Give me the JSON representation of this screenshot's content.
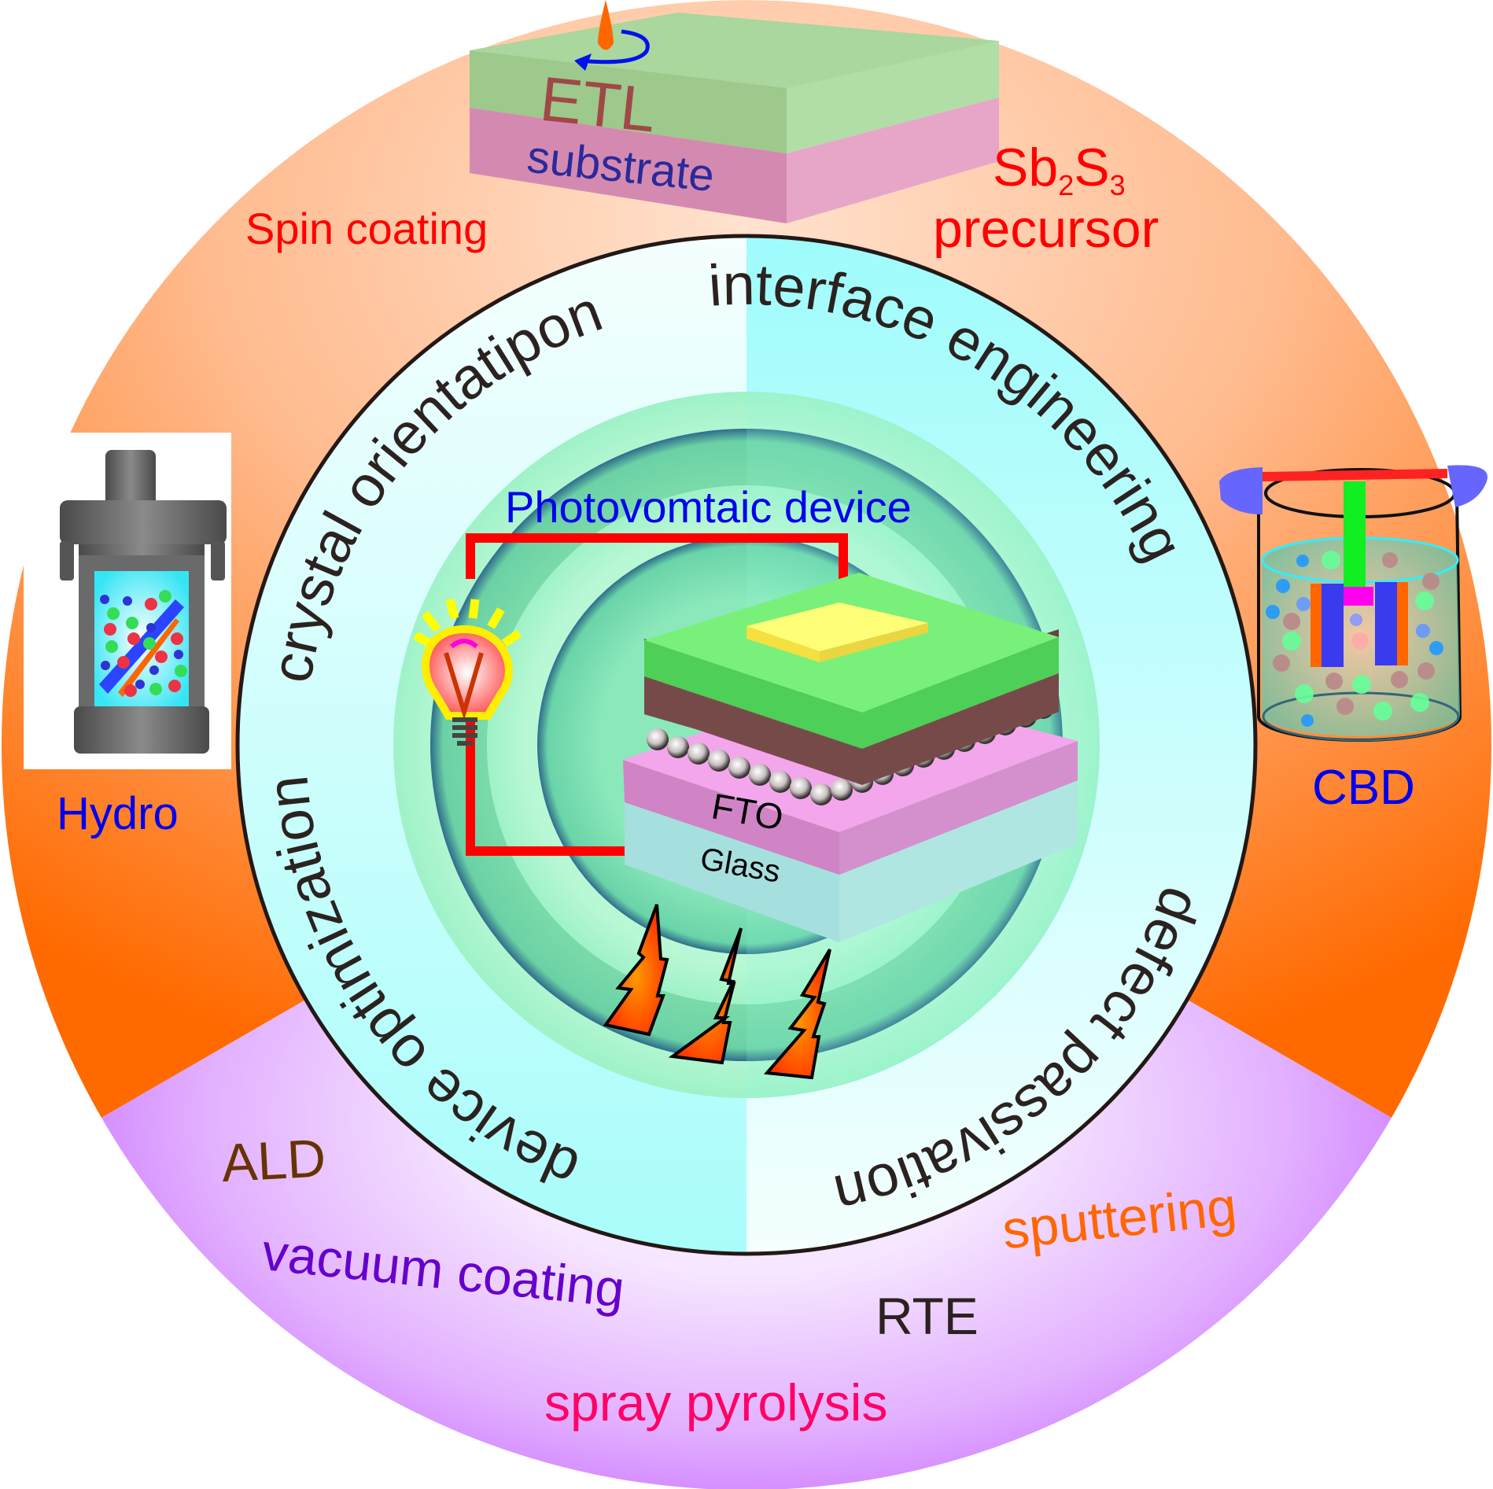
{
  "figure": {
    "title": "Sb2S3 solar cell fabrication and optimization strategies",
    "center_label": "Photovomtaic device",
    "device_layers": [
      {
        "name": "top-electrode",
        "label": "",
        "color": "#f7e24a"
      },
      {
        "name": "hole-transport-layer",
        "label": "",
        "color": "#5ed65e"
      },
      {
        "name": "absorber-layer",
        "label": "",
        "color": "#774a4a"
      },
      {
        "name": "etl-particles",
        "label": "",
        "color": "#d8d0d0"
      },
      {
        "name": "fto-layer",
        "label": "FTO",
        "color": "#d484c8"
      },
      {
        "name": "glass-layer",
        "label": "Glass",
        "color": "#a6e0de"
      }
    ],
    "strategies": {
      "interface": "interface engineering",
      "defect": "defect passivation",
      "device": "device optimization",
      "crystal": "crystal orientatipon"
    },
    "solution_methods": {
      "spin_coating": "Spin coating",
      "precursor_line1_base1": "Sb",
      "precursor_line1_sub1": "2",
      "precursor_line1_base2": "S",
      "precursor_line1_sub2": "3",
      "precursor_line2": "precursor",
      "etl": "ETL",
      "substrate": "substrate",
      "hydro": "Hydro",
      "cbd": "CBD"
    },
    "vacuum_methods": {
      "ald": "ALD",
      "sputtering": "sputtering",
      "vacuum_coating": "vacuum coating",
      "rte": "RTE",
      "spray_pyrolysis": "spray pyrolysis"
    },
    "colors": {
      "solution_segment": "#ff7a1f",
      "vacuum_segment": "#cc6cff",
      "label_red": "#ff0000",
      "label_blue": "#0000ee",
      "label_brown": "#663300",
      "label_orange": "#ff6600",
      "label_purple": "#6600cc",
      "label_dark": "#2b2220",
      "label_pink": "#ff0066"
    }
  }
}
